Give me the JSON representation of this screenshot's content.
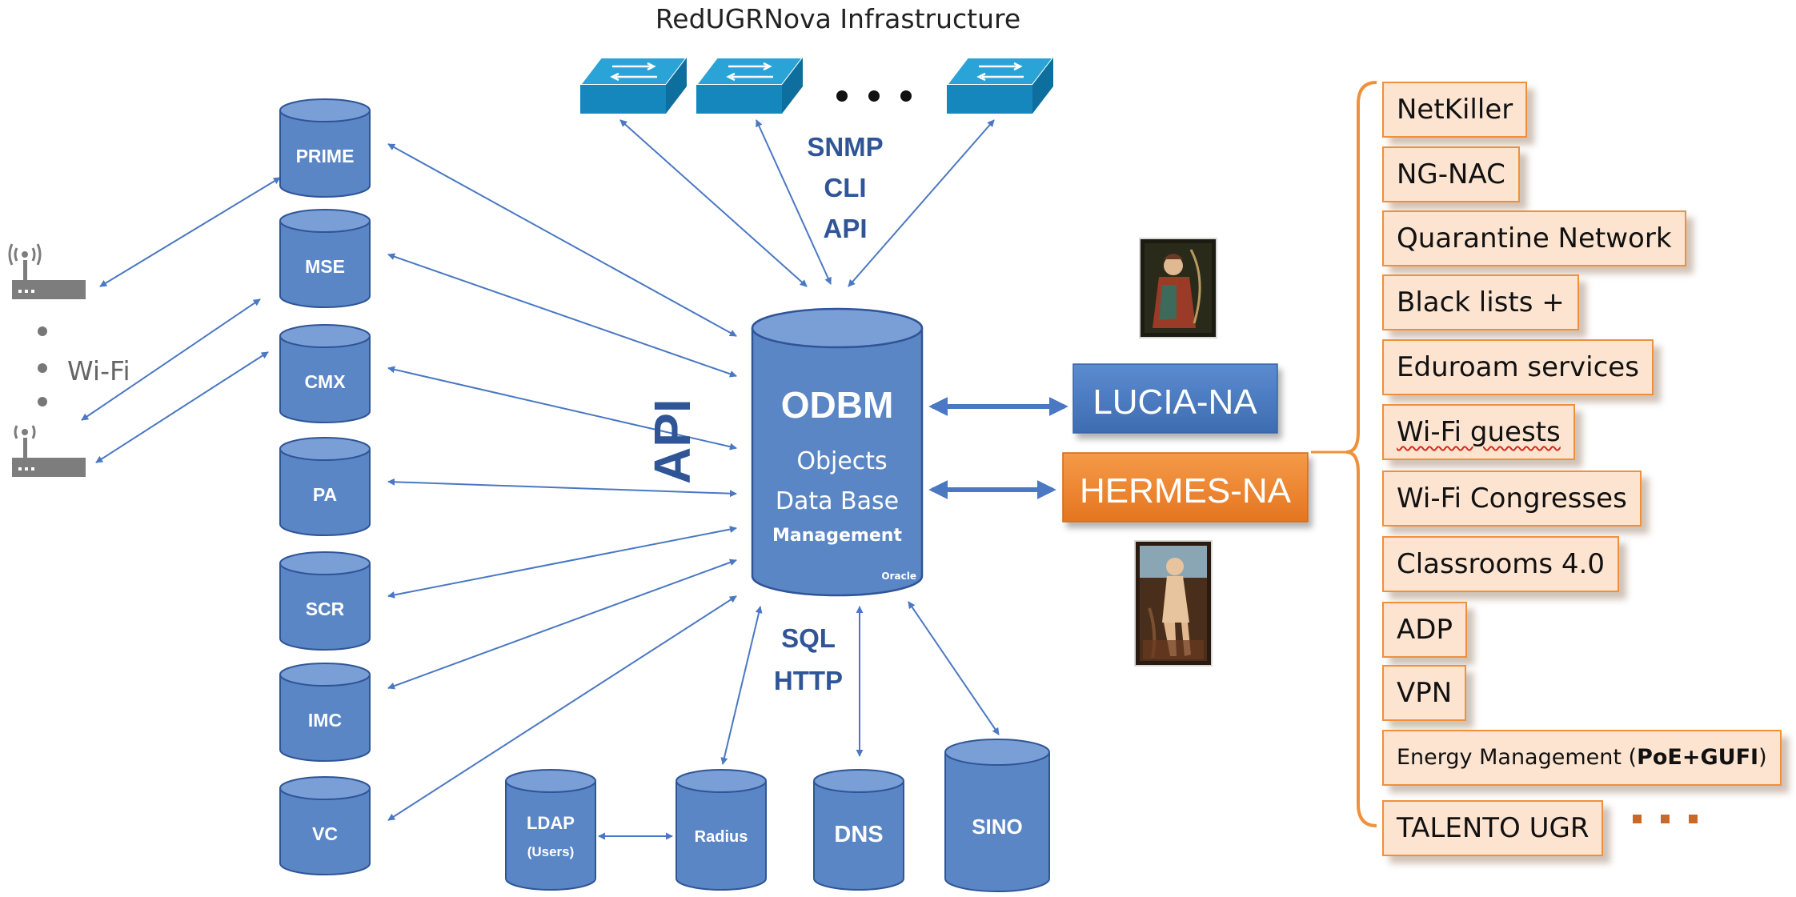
{
  "title": "RedUGRNova Infrastructure",
  "colors": {
    "db_fill": "#5b86c6",
    "db_stroke": "#2f5597",
    "switch_fill": "#1a8fc4",
    "arrow": "#4a78c2",
    "lucia_fill": "#4a7cc2",
    "hermes_fill": "#ee8530",
    "service_fill": "#fde4d0",
    "service_border": "#f0903a",
    "label_text": "#2f5597"
  },
  "left_databases": [
    "PRIME",
    "MSE",
    "CMX",
    "PA",
    "SCR",
    "IMC",
    "VC"
  ],
  "bottom_databases": {
    "ldap": [
      "LDAP",
      "(Users)"
    ],
    "radius": "Radius",
    "dns": "DNS",
    "sino": "SINO"
  },
  "central_db": {
    "name": "ODBM",
    "line1": "Objects",
    "line2": "Data Base",
    "line3": "Management",
    "vendor": "Oracle"
  },
  "api_vertical_label": "API",
  "top_protocols": [
    "SNMP",
    "CLI",
    "API"
  ],
  "bottom_protocols": [
    "SQL",
    "HTTP"
  ],
  "wifi_label": "Wi-Fi",
  "apps": {
    "lucia": "LUCIA-NA",
    "hermes": "HERMES-NA"
  },
  "services": [
    "NetKiller",
    "NG-NAC",
    "Quarantine Network",
    "Black lists +",
    "Eduroam services",
    "Wi-Fi guests",
    "Wi-Fi Congresses",
    "Classrooms 4.0",
    "ADP",
    "VPN",
    "TALENTO UGR"
  ],
  "energy_service": {
    "prefix": "Energy Management (",
    "bold": "PoE+GUFI",
    "suffix": ")"
  },
  "icons": [
    "network-switch-icon",
    "wifi-router-icon",
    "painting-lucia-icon",
    "painting-hermes-icon"
  ]
}
